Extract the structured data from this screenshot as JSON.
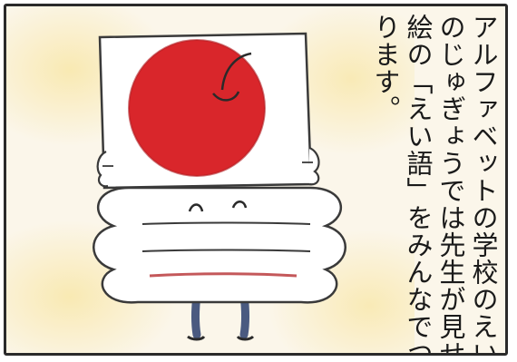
{
  "caption": {
    "lines": [
      "アルファベットの学校のえい語",
      "のじゅぎょうでは先生が見せる",
      "絵の「えい語」をみんなでつく",
      "ります。"
    ]
  },
  "colors": {
    "panel_border": "#2a2a2a",
    "background_glow": "#f8e5a0",
    "red_circle": "#d9262b",
    "character_outline": "#3a3a3a",
    "legs": "#4a5a80"
  },
  "icons": {
    "illustration": "teacher-holding-picture-card-of-red-apple"
  }
}
